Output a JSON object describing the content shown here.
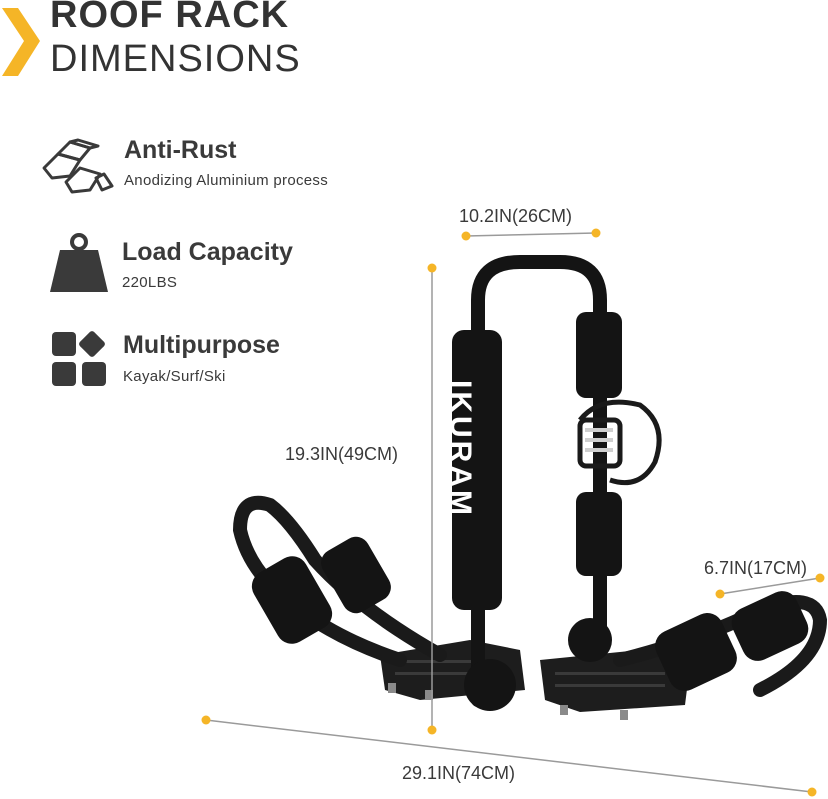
{
  "header": {
    "title_line1": "ROOF RACK",
    "title_line2": "DIMENSIONS",
    "accent_color": "#f5b527"
  },
  "features": [
    {
      "icon": "ingots-icon",
      "title": "Anti-Rust",
      "subtitle": "Anodizing Aluminium process"
    },
    {
      "icon": "weight-icon",
      "title": "Load Capacity",
      "subtitle": "220LBS"
    },
    {
      "icon": "shapes-icon",
      "title": "Multipurpose",
      "subtitle": "Kayak/Surf/Ski"
    }
  ],
  "dimensions": {
    "top_width": "10.2IN(26CM)",
    "height": "19.3IN(49CM)",
    "cradle_width": "6.7IN(17CM)",
    "length": "29.1IN(74CM)"
  },
  "product": {
    "brand_mark": "IKURAM"
  }
}
